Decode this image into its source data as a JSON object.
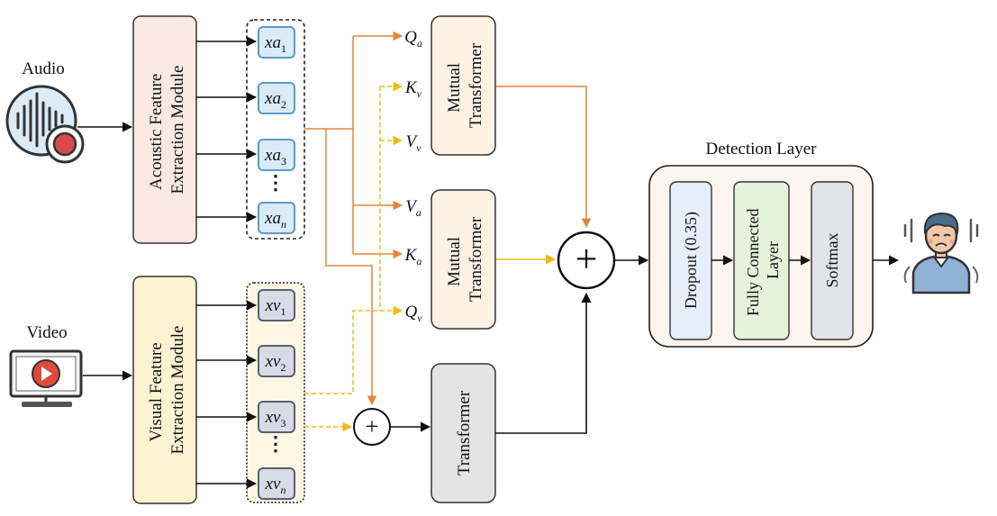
{
  "inputs": {
    "audio_label": "Audio",
    "video_label": "Video"
  },
  "modules": {
    "acoustic_line1": "Acoustic Feature",
    "acoustic_line2": "Extraction Module",
    "visual_line1": "Visual Feature",
    "visual_line2": "Extraction Module"
  },
  "audio_features": [
    {
      "base": "xa",
      "sub": "1"
    },
    {
      "base": "xa",
      "sub": "2"
    },
    {
      "base": "xa",
      "sub": "3"
    },
    {
      "base": "xa",
      "sub": "n"
    }
  ],
  "video_features": [
    {
      "base": "xv",
      "sub": "1"
    },
    {
      "base": "xv",
      "sub": "2"
    },
    {
      "base": "xv",
      "sub": "3"
    },
    {
      "base": "xv",
      "sub": "n"
    }
  ],
  "attention_inputs": {
    "top": [
      {
        "base": "Q",
        "sub": "a"
      },
      {
        "base": "K",
        "sub": "v"
      },
      {
        "base": "V",
        "sub": "v"
      }
    ],
    "bottom": [
      {
        "base": "V",
        "sub": "a"
      },
      {
        "base": "K",
        "sub": "a"
      },
      {
        "base": "Q",
        "sub": "v"
      }
    ]
  },
  "transformers": {
    "mutual_line1": "Mutual",
    "mutual_line2": "Transformer",
    "plain": "Transformer"
  },
  "detection": {
    "title": "Detection Layer",
    "dropout": "Dropout (0.35)",
    "fc_line1": "Fully Connected",
    "fc_line2": "Layer",
    "softmax": "Softmax"
  },
  "symbols": {
    "plus": "+",
    "ellipsis": "⋮"
  },
  "colors": {
    "acoustic_fill": "#f9e9e2",
    "visual_fill": "#fdf2d2",
    "feature_a_fill": "#d8ebf7",
    "feature_a_stroke": "#5a9cc8",
    "feature_v_fill": "#d7dbe5",
    "feature_v_stroke": "#5a6070",
    "mutual_fill": "#fdf2e4",
    "transformer_fill": "#e4e4e4",
    "dropout_fill": "#e6eef8",
    "fc_fill": "#e6f3dc",
    "softmax_fill": "#e3e4e8",
    "detection_fill": "#fcf4ef",
    "orange_line": "#e4863a",
    "yellow_line": "#f1b818"
  }
}
